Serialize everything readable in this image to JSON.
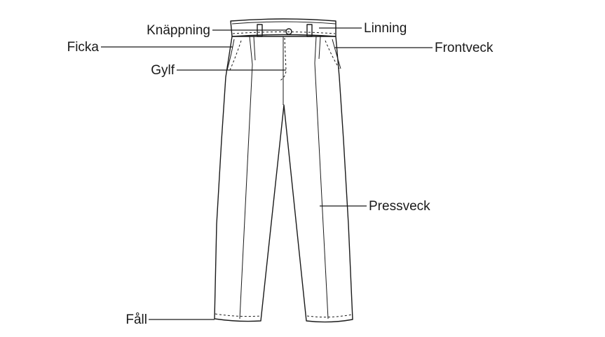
{
  "diagram": {
    "labels": {
      "knappning": "Knäppning",
      "linning": "Linning",
      "ficka": "Ficka",
      "frontveck": "Frontveck",
      "gylf": "Gylf",
      "pressveck": "Pressveck",
      "fall": "Fåll"
    }
  }
}
